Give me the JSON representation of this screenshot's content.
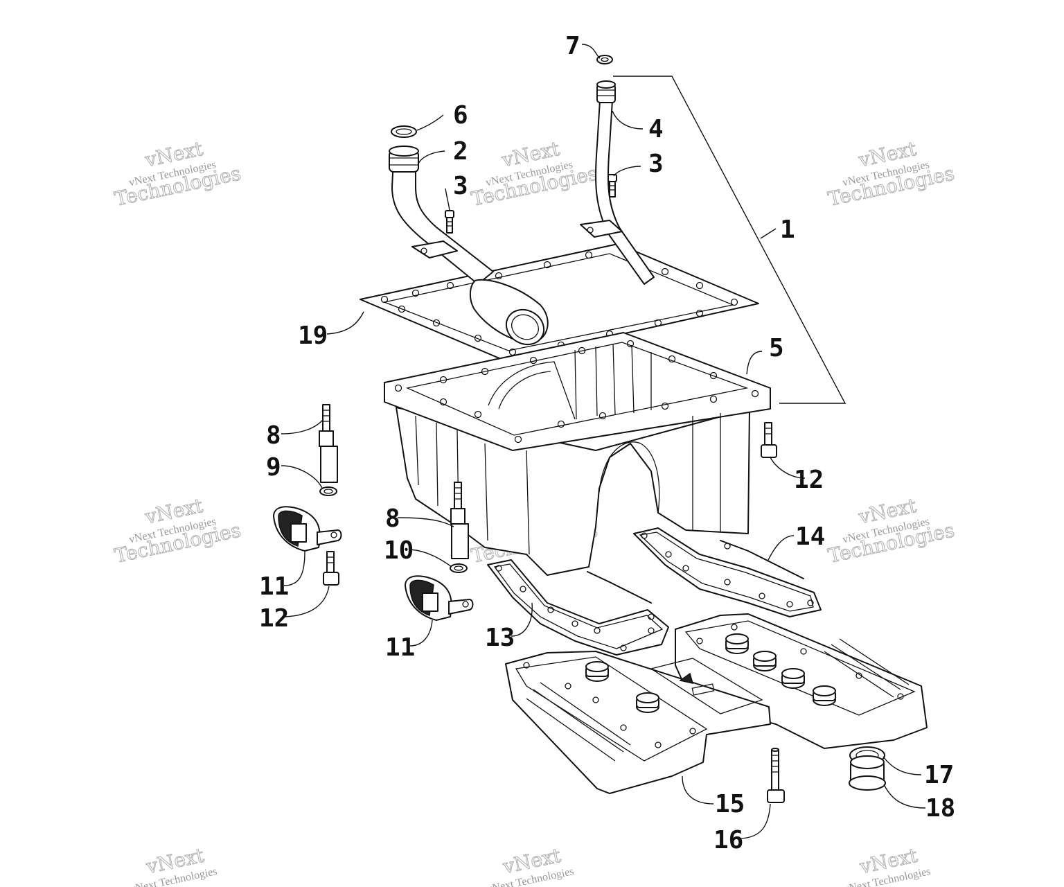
{
  "diagram": {
    "callouts": [
      "1",
      "2",
      "3",
      "3",
      "4",
      "5",
      "6",
      "7",
      "8",
      "8",
      "9",
      "10",
      "11",
      "11",
      "12",
      "12",
      "13",
      "14",
      "15",
      "16",
      "17",
      "18",
      "19"
    ],
    "watermark": {
      "line1": "vNext",
      "line2": "vNext Technologies",
      "line3": "Technologies"
    },
    "colors": {
      "line": "#111111",
      "watermark": "#b0b0b0",
      "background": "#ffffff"
    }
  }
}
